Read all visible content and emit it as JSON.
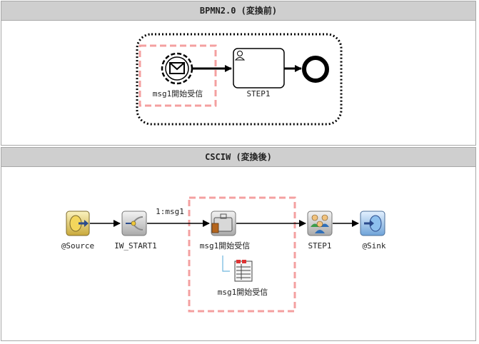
{
  "top_panel": {
    "title": "BPMN2.0 (変換前)",
    "start_event_label": "msg1開始受信",
    "task_label": "STEP1"
  },
  "bottom_panel": {
    "title": "CSCIW (変換後)",
    "source_label": "@Source",
    "start_label": "IW_START1",
    "edge_label": "1:msg1",
    "receive_label": "msg1開始受信",
    "document_label": "msg1開始受信",
    "step_label": "STEP1",
    "sink_label": "@Sink"
  },
  "colors": {
    "highlight": "#f4a0a0",
    "header_bg": "#cfcfcf",
    "line": "#000000"
  }
}
